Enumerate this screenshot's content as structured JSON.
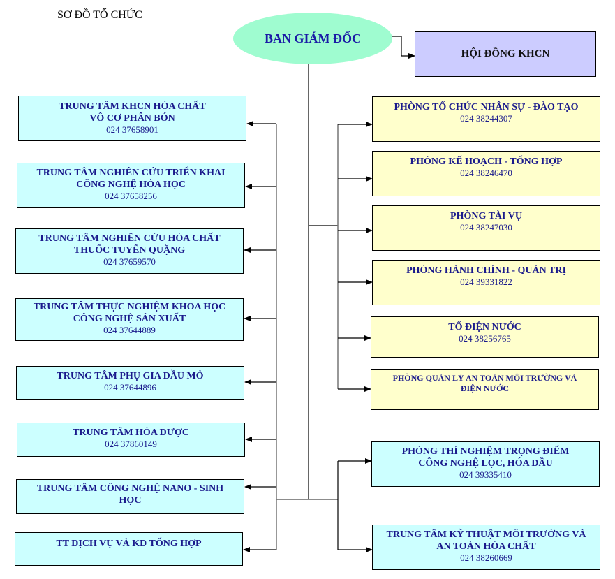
{
  "title": "SƠ ĐỒ TỔ CHỨC",
  "top": {
    "director": "BAN GIÁM ĐỐC",
    "council": "HỘI ĐỒNG KHCN"
  },
  "left_units": [
    {
      "name": "TRUNG TÂM KHCN HÓA CHẤT\nVÔ CƠ PHÂN BÓN",
      "phone": "024 37658901"
    },
    {
      "name": "TRUNG  TÂM NGHIÊN  CỨU TRIỂN  KHAI\nCÔNG NGHỆ HÓA HỌC",
      "phone": "024 37658256"
    },
    {
      "name": "TRUNG  TÂM NGHIÊN  CỨU HÓA CHẤT\nTHUỐC TUYỂN QUẶNG",
      "phone": "024 37659570"
    },
    {
      "name": "TRUNG  TÂM THỰC NGHIỆM  KHOA HỌC\nCÔNG NGHỆ  SẢN XUẤT",
      "phone": "024 37644889"
    },
    {
      "name": "TRUNG  TÂM PHỤ GIA DẦU MỎ",
      "phone": "024 37644896"
    },
    {
      "name": "TRUNG  TÂM HÓA DƯỢC",
      "phone": "024 37860149"
    },
    {
      "name": "TRUNG  TÂM CÔNG NGHỆ NANO - SINH\nHỌC",
      "phone": ""
    },
    {
      "name": "TT DỊCH VỤ VÀ KD TỔNG HỢP",
      "phone": ""
    }
  ],
  "right_departments": [
    {
      "name": "PHÒNG TỔ CHỨC NHÂN SỰ - ĐÀO TẠO",
      "phone": "024 38244307"
    },
    {
      "name": "PHÒNG KẾ HOẠCH - TỔNG HỢP",
      "phone": "024 38246470"
    },
    {
      "name": "PHÒNG TÀI VỤ",
      "phone": "024 38247030"
    },
    {
      "name": "PHÒNG HÀNH CHÍNH - QUẢN TRỊ",
      "phone": "024 39331822"
    },
    {
      "name": "TỔ ĐIỆN  NƯỚC",
      "phone": "024 38256765"
    },
    {
      "name": "PHÒNG QUẢN LÝ AN TOÀN MÔI TRƯỜNG VÀ\nĐIỆN NƯỚC",
      "phone": ""
    }
  ],
  "right_labs": [
    {
      "name": "PHÒNG THÍ NGHIỆM  TRỌNG ĐIỂM\nCÔNG NGHỆ LỌC, HÓA DẦU",
      "phone": "024 39335410"
    },
    {
      "name": "TRUNG  TÂM KỸ THUẬT  MÔI TRƯỜNG VÀ\nAN TOÀN  HÓA CHẤT",
      "phone": "024 38260669"
    }
  ],
  "colors": {
    "director_fill": "#9ffcd0",
    "council_fill": "#ccccff",
    "unit_fill": "#ccffff",
    "department_fill": "#ffffcc",
    "text_blue": "#1a1a8c"
  }
}
